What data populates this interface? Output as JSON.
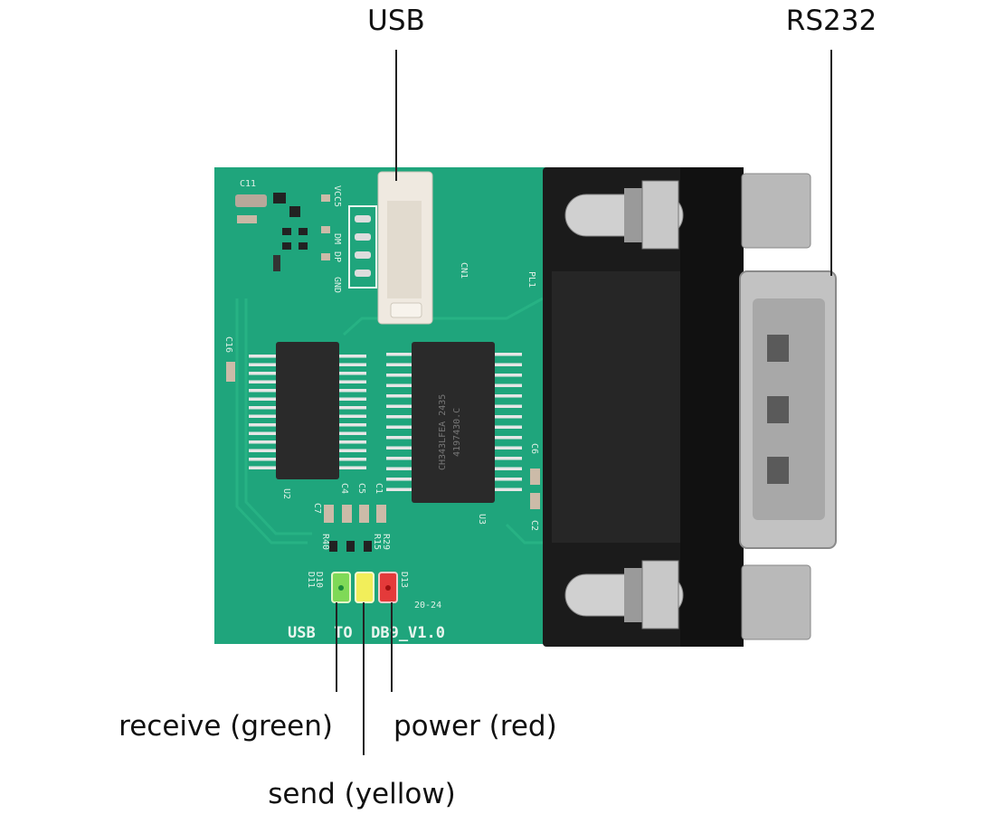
{
  "callouts": {
    "usb": "USB",
    "rs232": "RS232",
    "receive": "receive (green)",
    "send": "send (yellow)",
    "power": "power (red)"
  },
  "silkscreen": {
    "board_name": "USB  TO  DB9_V1.0",
    "date": "20-24",
    "cn1": "CN1",
    "pl1": "PL1",
    "u2": "U2",
    "u3": "U3",
    "pins": [
      "VCC5",
      "DM",
      "DP",
      "GND"
    ],
    "c7": "C7",
    "c4": "C4",
    "c5": "C5",
    "c1": "C1",
    "c6": "C6",
    "c2": "C2",
    "c16": "C16",
    "c11": "C11",
    "r40": "R40",
    "r15": "R15",
    "r29": "R29",
    "d10": "D10",
    "d11": "D11",
    "d13": "D13",
    "u3_marking": "CH343LFEA 2435",
    "u3_lot": "4197430.C"
  },
  "colors": {
    "pcb": "#1fa57c",
    "led_green": "#7fd957",
    "led_yellow": "#f2ee5a",
    "led_red": "#e43a3a"
  }
}
